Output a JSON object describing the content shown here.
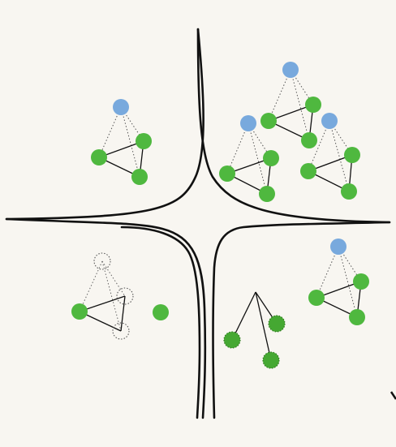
{
  "diagram": {
    "colors": {
      "background": "#f8f6f1",
      "apex_node": "#78a9dd",
      "base_node": "#4fb83f",
      "dark_node": "#45a832",
      "line": "#111111"
    },
    "symbols": {
      "apex": "blue-circle",
      "base": "green-circle",
      "ghost": "dotted-outline-circle",
      "partial": "stray-mark"
    }
  }
}
